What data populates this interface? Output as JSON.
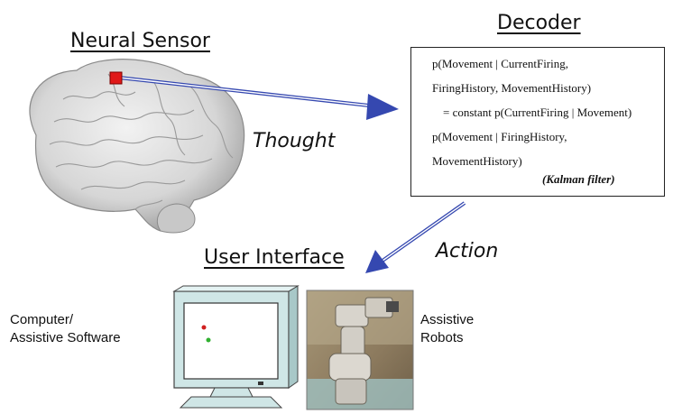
{
  "headings": {
    "neural_sensor": "Neural Sensor",
    "decoder": "Decoder",
    "user_interface": "User Interface"
  },
  "arrow_labels": {
    "thought": "Thought",
    "action": "Action"
  },
  "decoder": {
    "lines": [
      "p(Movement | CurrentFiring,",
      "FiringHistory, MovementHistory)",
      "= constant p(CurrentFiring | Movement)",
      "p(Movement | FiringHistory,",
      "MovementHistory)"
    ],
    "note": "(Kalman filter)"
  },
  "devices": {
    "computer_label": [
      "Computer/",
      "Assistive Software"
    ],
    "robot_label": [
      "Assistive",
      "Robots"
    ]
  },
  "colors": {
    "arrow_blue": "#3548b0",
    "sensor_red": "#e01818",
    "screen_dot_red": "#d02020",
    "screen_dot_green": "#30b030",
    "brain_gray": "#d8d8d8",
    "monitor_teal": "#cfe6e6"
  }
}
